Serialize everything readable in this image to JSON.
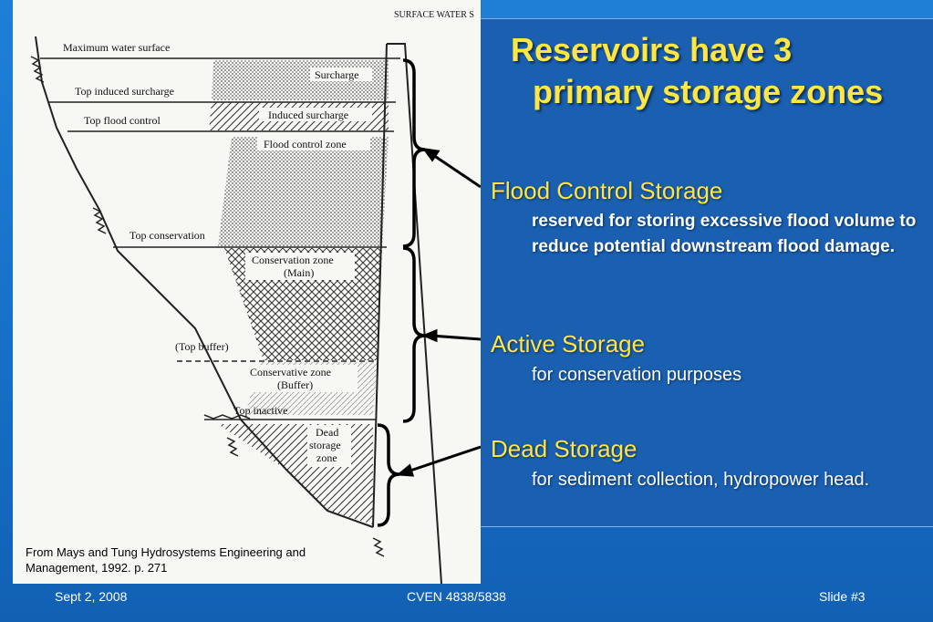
{
  "slide": {
    "title_line1": "Reservoirs have 3",
    "title_line2": "primary storage zones"
  },
  "items": [
    {
      "heading": "Flood Control Storage",
      "text": "reserved for storing excessive flood volume to reduce potential downstream flood damage."
    },
    {
      "heading": "Active Storage",
      "text": "for conservation purposes"
    },
    {
      "heading": "Dead Storage",
      "text": "for sediment collection, hydropower head."
    }
  ],
  "diagram": {
    "header": "SURFACE WATER S",
    "levels": {
      "max_water_surface": "Maximum water surface",
      "top_induced_surcharge": "Top induced surcharge",
      "top_flood_control": "Top flood control",
      "top_conservation": "Top conservation",
      "top_buffer": "(Top buffer)",
      "top_inactive": "Top inactive"
    },
    "zones": {
      "surcharge": "Surcharge",
      "induced_surcharge": "Induced surcharge",
      "flood_control_zone": "Flood control zone",
      "conservation_main_1": "Conservation zone",
      "conservation_main_2": "(Main)",
      "conservative_buffer_1": "Conservative zone",
      "conservative_buffer_2": "(Buffer)",
      "dead_1": "Dead",
      "dead_2": "storage",
      "dead_3": "zone"
    }
  },
  "caption": "From Mays and Tung Hydrosystems Engineering and Management, 1992. p. 271",
  "footer": {
    "date": "Sept 2, 2008",
    "course": "CVEN 4838/5838",
    "slide_number": "Slide #3"
  },
  "colors": {
    "title": "#ffe640",
    "background": "#1670c8",
    "panel": "#1a5fb0"
  }
}
